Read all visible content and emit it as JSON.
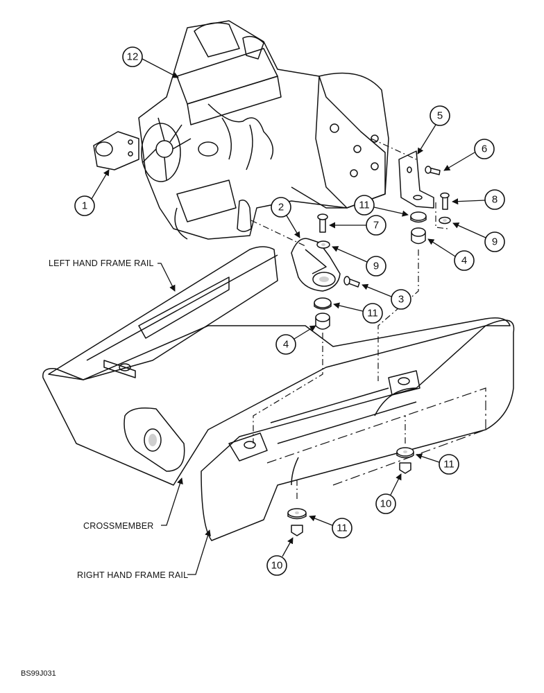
{
  "figure_ref": "BS99J031",
  "labels": {
    "left_rail": "LEFT HAND FRAME RAIL",
    "crossmember": "CROSSMEMBER",
    "right_rail": "RIGHT HAND FRAME RAIL"
  },
  "callouts": {
    "c1": "1",
    "c2": "2",
    "c3": "3",
    "c4a": "4",
    "c4b": "4",
    "c5": "5",
    "c6": "6",
    "c7": "7",
    "c8": "8",
    "c9a": "9",
    "c9b": "9",
    "c10a": "10",
    "c10b": "10",
    "c11a": "11",
    "c11b": "11",
    "c11c": "11",
    "c11d": "11",
    "c12": "12"
  }
}
